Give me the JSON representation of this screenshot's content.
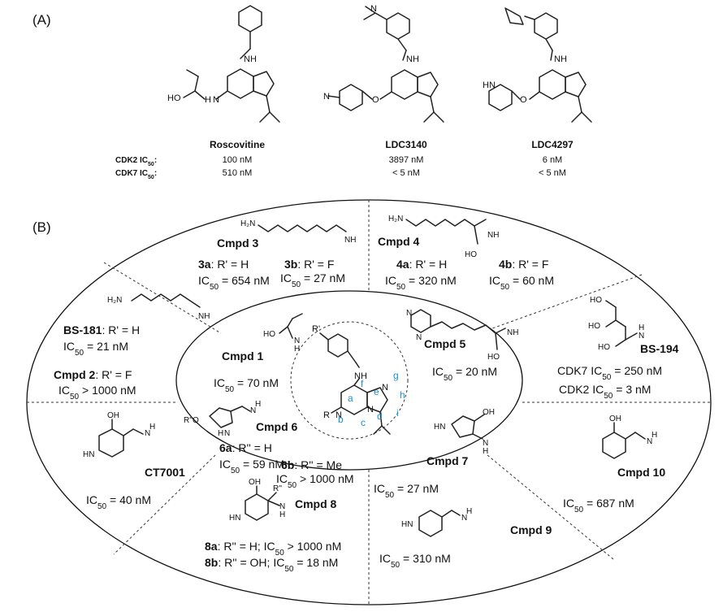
{
  "panel_a": {
    "label": "(A)",
    "row_labels": {
      "cdk2": "CDK2 IC",
      "cdk7": "CDK7 IC",
      "sub": "50",
      "colon": ":"
    },
    "compounds": [
      {
        "name": "Roscovitine",
        "cdk2": "100 nM",
        "cdk7": "510 nM"
      },
      {
        "name": "LDC3140",
        "cdk2": "3897 nM",
        "cdk7": "< 5 nM"
      },
      {
        "name": "LDC4297",
        "cdk2": "6 nM",
        "cdk7": "< 5 nM"
      }
    ],
    "atoms": {
      "nh": "NH",
      "n": "N",
      "o": "O",
      "ho": "HO",
      "h": "H"
    }
  },
  "panel_b": {
    "label": "(B)",
    "ic": "IC",
    "sub50": "50",
    "core": {
      "r_prime": "R'",
      "nh": "NH",
      "n": "N",
      "r": "R",
      "letters": [
        "a",
        "b",
        "c",
        "d",
        "e",
        "f",
        "g",
        "h",
        "i"
      ]
    },
    "cmpd3": {
      "title": "Cmpd 3",
      "a_bold": "3a",
      "a_rest": ": R' = H",
      "a_ic": " = 654 nM",
      "b_bold": "3b",
      "b_rest": ": R' = F",
      "b_ic": " = 27 nM",
      "h2n": "H₂N",
      "nh": "NH"
    },
    "cmpd4": {
      "title": "Cmpd 4",
      "a_bold": "4a",
      "a_rest": ": R' = H",
      "a_ic": " = 320 nM",
      "b_bold": "4b",
      "b_rest": ": R' = F",
      "b_ic": " = 60 nM",
      "h2n": "H₂N",
      "nh": "NH",
      "ho": "HO"
    },
    "bs181": {
      "title": "BS-181",
      "rest": ": R' = H",
      "ic": " = 21 nM",
      "cmpd2": "Cmpd 2",
      "cmpd2_rest": ": R' = F",
      "cmpd2_ic": " > 1000 nM",
      "h2n": "H₂N",
      "nh": "NH"
    },
    "bs194": {
      "title": "BS-194",
      "cdk7": "CDK7 IC",
      "cdk7_val": " = 250 nM",
      "cdk2": "CDK2 IC",
      "cdk2_val": " = 3 nM",
      "ho": "HO",
      "nh": "N",
      "h": "H"
    },
    "cmpd1": {
      "title": "Cmpd 1",
      "ic": " = 70 nM",
      "ho": "HO",
      "n": "N",
      "h": "H"
    },
    "cmpd5": {
      "title": "Cmpd 5",
      "ic": " = 20 nM",
      "n": "N",
      "nh": "NH",
      "ho": "HO"
    },
    "cmpd6": {
      "title": "Cmpd 6",
      "a_bold": "6a",
      "a_rest": ": R'' = H",
      "a_ic": " = 59 nM",
      "b_bold": "6b",
      "b_rest": ": R'' = Me",
      "b_ic": " > 1000 nM",
      "ro": "R''O",
      "n": "N",
      "h": "H"
    },
    "cmpd7": {
      "title": "Cmpd 7",
      "ic": " = 27 nM",
      "oh": "OH",
      "hn": "HN",
      "n": "N",
      "h": "H"
    },
    "ct7001": {
      "title": "CT7001",
      "ic": " = 40 nM",
      "oh": "OH",
      "hn": "HN",
      "n": "N",
      "h": "H"
    },
    "cmpd10": {
      "title": "Cmpd 10",
      "ic": " = 687 nM",
      "oh": "OH",
      "n": "N",
      "h": "H"
    },
    "cmpd8": {
      "title": "Cmpd 8",
      "a_bold": "8a",
      "a_rest": ": R'' = H; IC",
      "a_ic": " > 1000 nM",
      "b_bold": "8b",
      "b_rest": ": R'' = OH; IC",
      "b_ic": " =  18 nM",
      "oh": "OH",
      "rpp": "R''",
      "hn": "HN",
      "n": "N",
      "h": "H"
    },
    "cmpd9": {
      "title": "Cmpd 9",
      "ic": " = 310 nM",
      "hn": "HN",
      "n": "N",
      "h": "H"
    }
  }
}
